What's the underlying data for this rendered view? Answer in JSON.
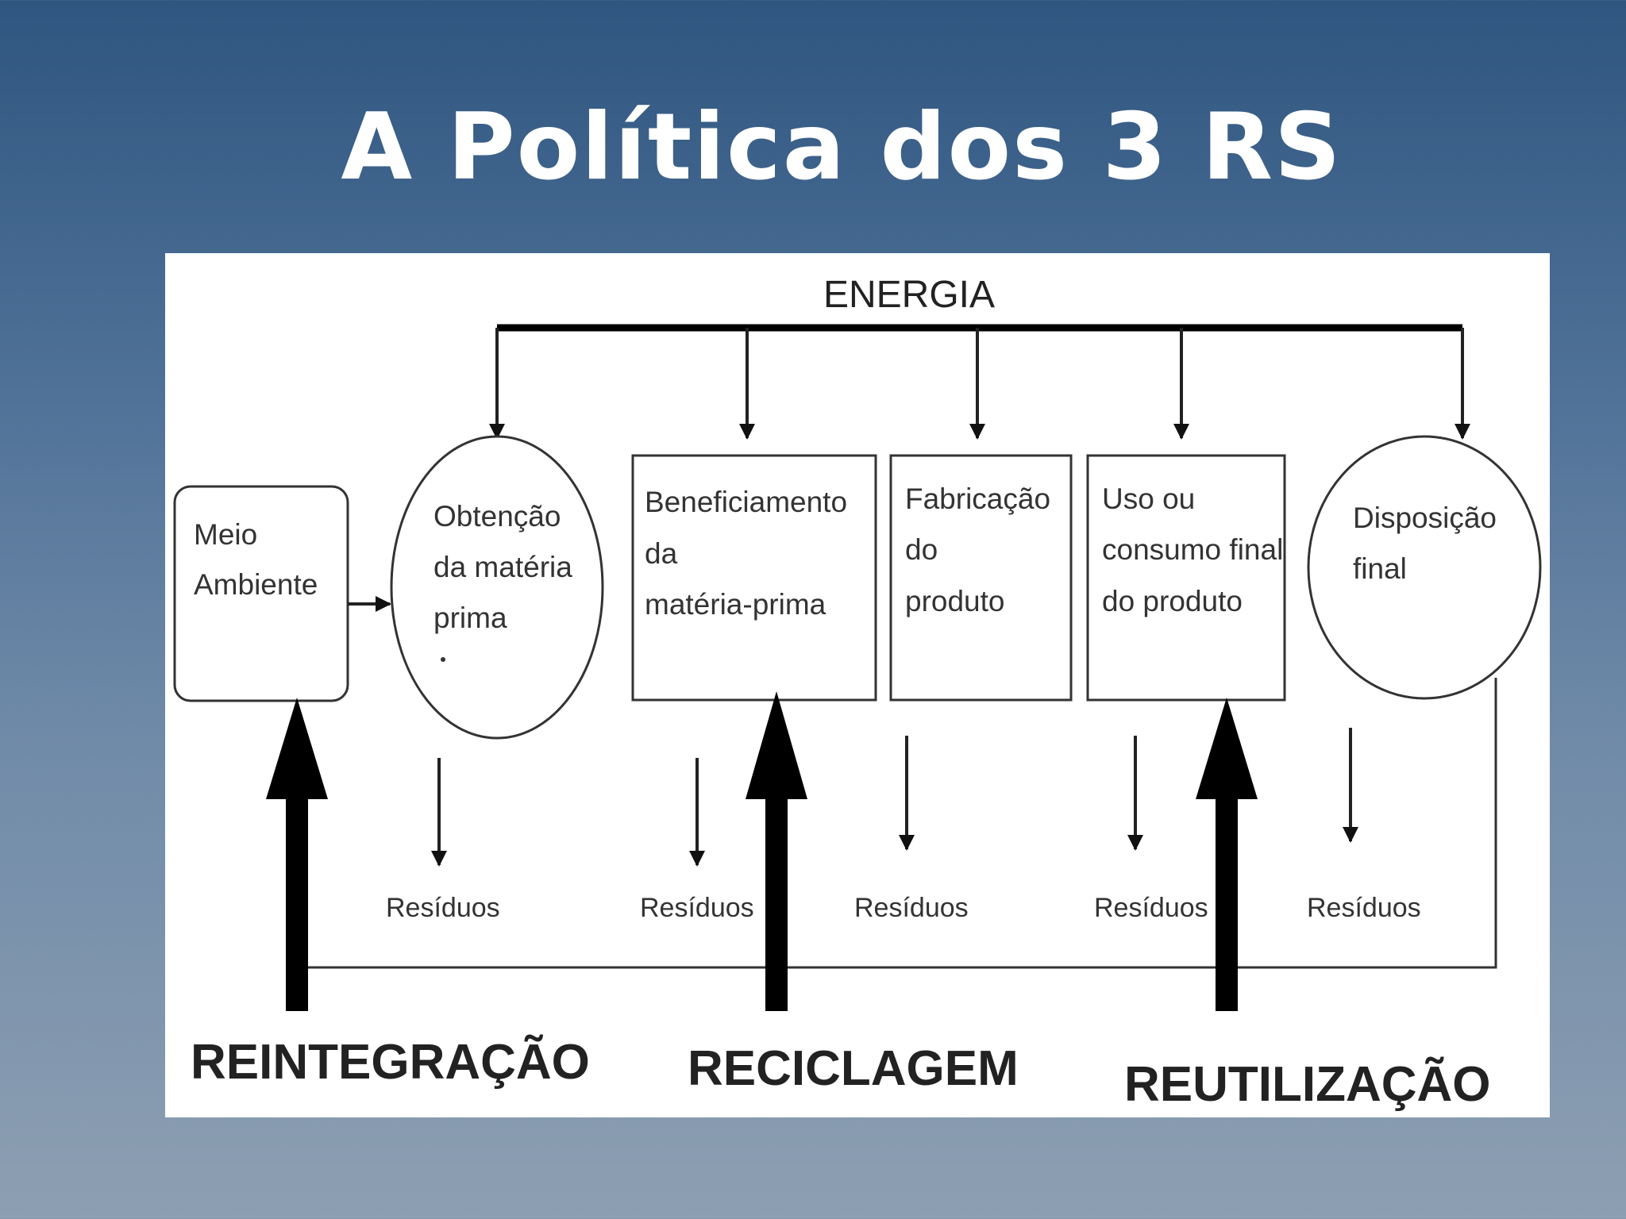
{
  "slide": {
    "title": "A Política dos 3 RS"
  },
  "diagram": {
    "energy_label": "ENERGIA",
    "nodes": {
      "meio_ambiente": [
        "Meio",
        "Ambiente"
      ],
      "obtencao": [
        "Obtenção",
        "da matéria",
        "prima"
      ],
      "beneficiamento": [
        "Beneficiamento",
        "da",
        "matéria-prima"
      ],
      "fabricacao": [
        "Fabricação",
        "do",
        "produto"
      ],
      "uso": [
        "Uso ou",
        "consumo final",
        "do produto"
      ],
      "disposicao": [
        "Disposição",
        "final"
      ]
    },
    "residue_labels": [
      "Resíduos",
      "Resíduos",
      "Resíduos",
      "Resíduos",
      "Resíduos"
    ],
    "strategies": {
      "reintegracao": "REINTEGRAÇÃO",
      "reciclagem": "RECICLAGEM",
      "reutilizacao": "REUTILIZAÇÃO"
    }
  }
}
